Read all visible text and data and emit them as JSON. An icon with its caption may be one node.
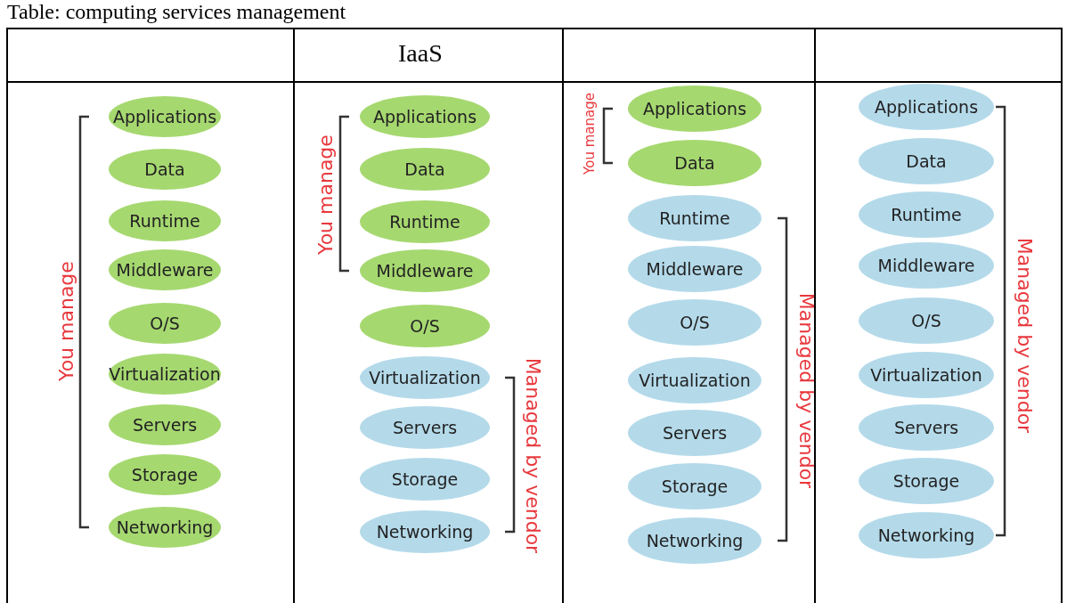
{
  "diagram": {
    "title": "Table: computing services management",
    "nodes": [
      {
        "text": [
          "Applications"
        ]
      },
      {
        "text": [
          "Data"
        ]
      },
      {
        "text": [
          "Runtime"
        ]
      },
      {
        "text": [
          "Middleware"
        ]
      },
      {
        "text": [
          "O/S"
        ]
      },
      {
        "text": [
          "Virtualization"
        ]
      },
      {
        "text": [
          "Servers"
        ]
      },
      {
        "text": [
          "Storage"
        ]
      },
      {
        "text": [
          "Networking"
        ]
      },
      {
        "text": [
          "Applications"
        ]
      },
      {
        "text": [
          "Data"
        ]
      },
      {
        "text": [
          "Runtime"
        ]
      },
      {
        "text": [
          "Middleware"
        ]
      },
      {
        "text": [
          "O/S"
        ]
      },
      {
        "text": [
          "Virtualization"
        ]
      },
      {
        "text": [
          "Servers"
        ]
      },
      {
        "text": [
          "Storage"
        ]
      },
      {
        "text": [
          "Networking"
        ]
      },
      {
        "text": [
          "Applications"
        ]
      },
      {
        "text": [
          "Data"
        ]
      },
      {
        "text": [
          "Runtime"
        ]
      },
      {
        "text": [
          "Middleware"
        ]
      },
      {
        "text": [
          "O/S"
        ]
      },
      {
        "text": [
          "Virtualization"
        ]
      },
      {
        "text": [
          "Servers"
        ]
      },
      {
        "text": [
          "Storage"
        ]
      },
      {
        "text": [
          "Networking"
        ]
      },
      {
        "text": [
          "Applications"
        ]
      },
      {
        "text": [
          "Data"
        ]
      },
      {
        "text": [
          "Runtime"
        ]
      },
      {
        "text": [
          "Middleware"
        ]
      },
      {
        "text": [
          "O/S"
        ]
      },
      {
        "text": [
          "Virtualization"
        ]
      },
      {
        "text": [
          "Servers"
        ]
      },
      {
        "text": [
          "Storage"
        ]
      },
      {
        "text": [
          "Networking"
        ]
      }
    ],
    "labels": [
      "IaaS",
      "You manage",
      "You manage",
      "Managed by vendor",
      "You manage",
      "Managed by vendor",
      "Managed by vendor"
    ]
  }
}
